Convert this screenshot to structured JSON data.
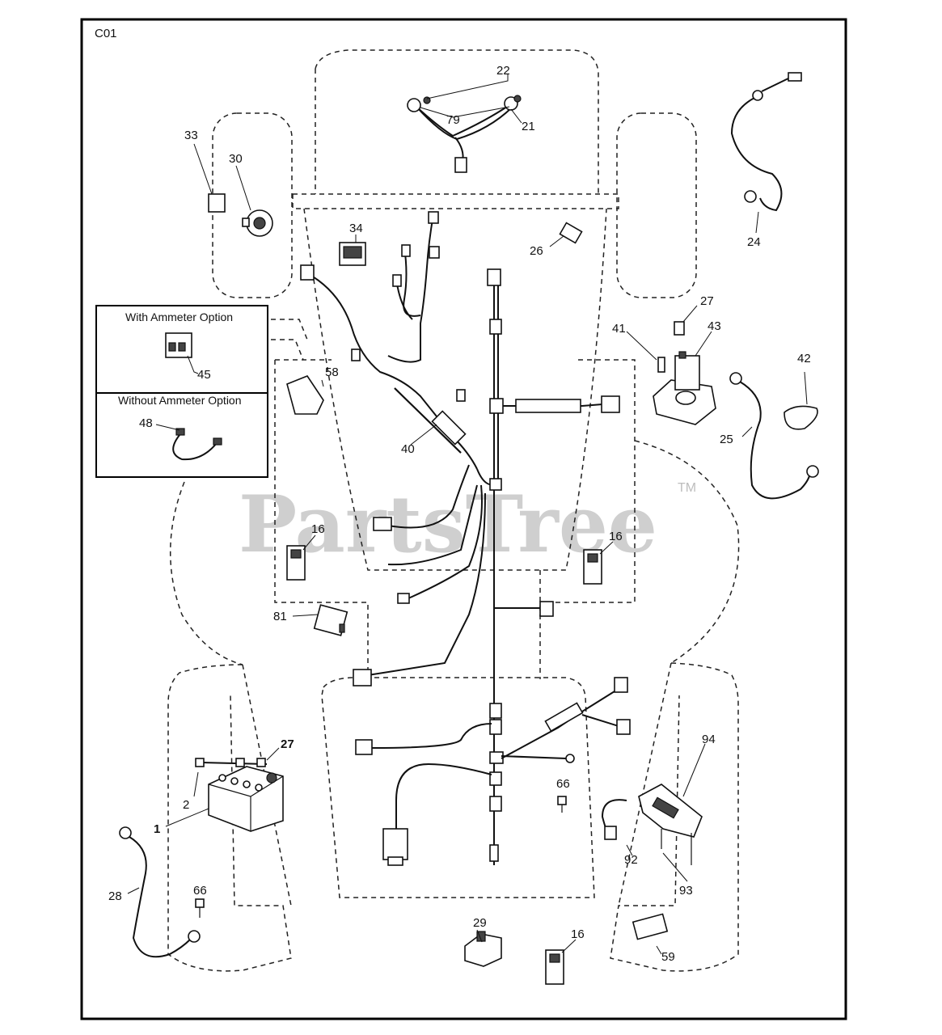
{
  "diagram_code": "C01",
  "watermark": {
    "text": "PartsTree",
    "trademark": "TM"
  },
  "inset_boxes": {
    "with_ammeter": {
      "title": "With Ammeter Option",
      "part": "45"
    },
    "without_ammeter": {
      "title": "Without Ammeter Option",
      "part": "48"
    }
  },
  "callouts": {
    "p1": "1",
    "p2": "2",
    "p16a": "16",
    "p16b": "16",
    "p16c": "16",
    "p21": "21",
    "p22": "22",
    "p24": "24",
    "p25": "25",
    "p26": "26",
    "p27a": "27",
    "p27b": "27",
    "p28": "28",
    "p29": "29",
    "p30": "30",
    "p33": "33",
    "p34": "34",
    "p40": "40",
    "p41": "41",
    "p42": "42",
    "p43": "43",
    "p58": "58",
    "p59": "59",
    "p66a": "66",
    "p66b": "66",
    "p79": "79",
    "p81": "81",
    "p92": "92",
    "p93": "93",
    "p94": "94"
  }
}
